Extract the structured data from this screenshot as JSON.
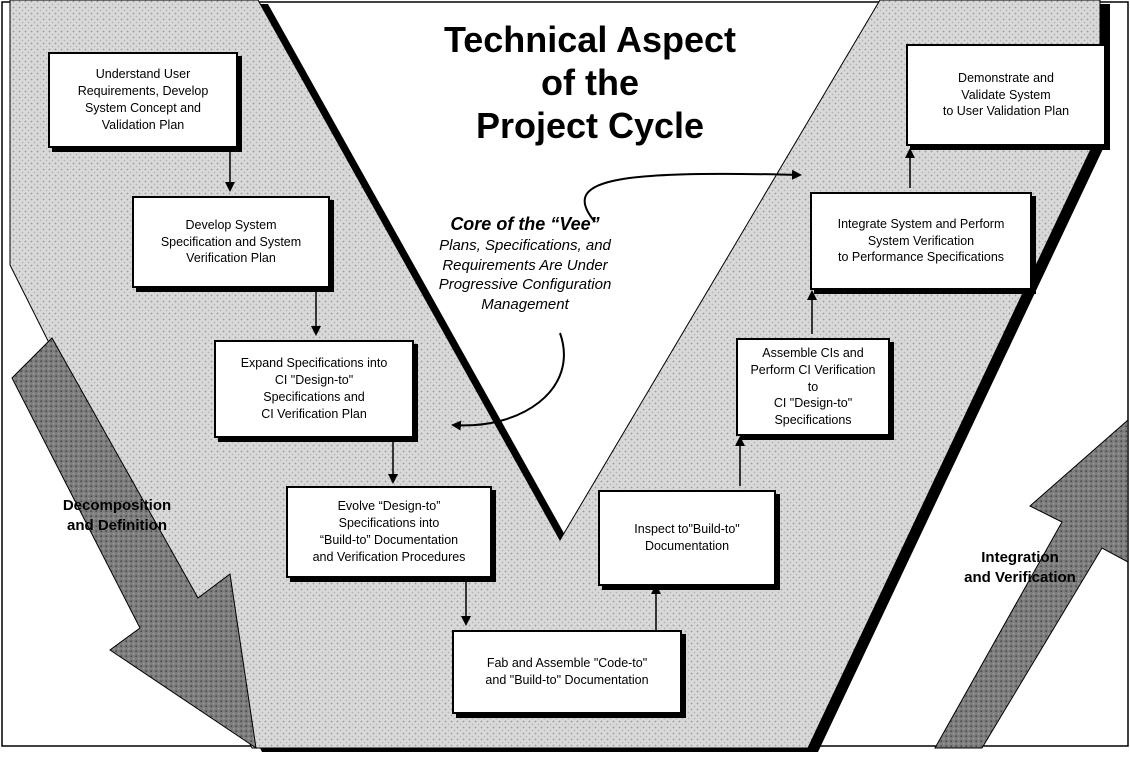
{
  "title": {
    "line1": "Technical Aspect",
    "line2": "of the",
    "line3": "Project Cycle"
  },
  "core": {
    "heading": "Core of the “Vee”",
    "line1": "Plans, Specifications, and",
    "line2": "Requirements Are Under",
    "line3": "Progressive Configuration",
    "line4": "Management"
  },
  "boxes": {
    "understand": {
      "line1": "Understand User",
      "line2": "Requirements, Develop",
      "line3": "System Concept and",
      "line4": "Validation Plan"
    },
    "develop_spec": {
      "line1": "Develop System",
      "line2": "Specification and System",
      "line3": "Verification Plan"
    },
    "expand_spec": {
      "line1": "Expand Specifications into",
      "line2": "CI \"Design-to\"",
      "line3": "Specifications and",
      "line4": "CI Verification Plan"
    },
    "evolve": {
      "line1": "Evolve “Design-to”",
      "line2": "Specifications into",
      "line3": "“Build-to” Documentation",
      "line4": "and Verification Procedures"
    },
    "fab": {
      "line1": "Fab and Assemble \"Code-to\"",
      "line2": "and \"Build-to\" Documentation"
    },
    "inspect": {
      "line1": "Inspect to\"Build-to\"",
      "line2": "Documentation"
    },
    "assemble": {
      "line1": "Assemble CIs and",
      "line2": "Perform CI Verification to",
      "line3": "CI \"Design-to\"",
      "line4": "Specifications"
    },
    "integrate": {
      "line1": "Integrate System and Perform",
      "line2": "System Verification",
      "line3": "to Performance Specifications"
    },
    "demonstrate": {
      "line1": "Demonstrate and",
      "line2": "Validate System",
      "line3": "to User Validation Plan"
    }
  },
  "labels": {
    "decomposition": {
      "line1": "Decomposition",
      "line2": "and Definition"
    },
    "integration": {
      "line1": "Integration",
      "line2": "and Verification"
    }
  },
  "colors": {
    "vee_fill": "#d7d7d7",
    "vee_edge": "#000000",
    "big_arrow_fill": "#7a7a7a",
    "box_fill": "#ffffff"
  }
}
